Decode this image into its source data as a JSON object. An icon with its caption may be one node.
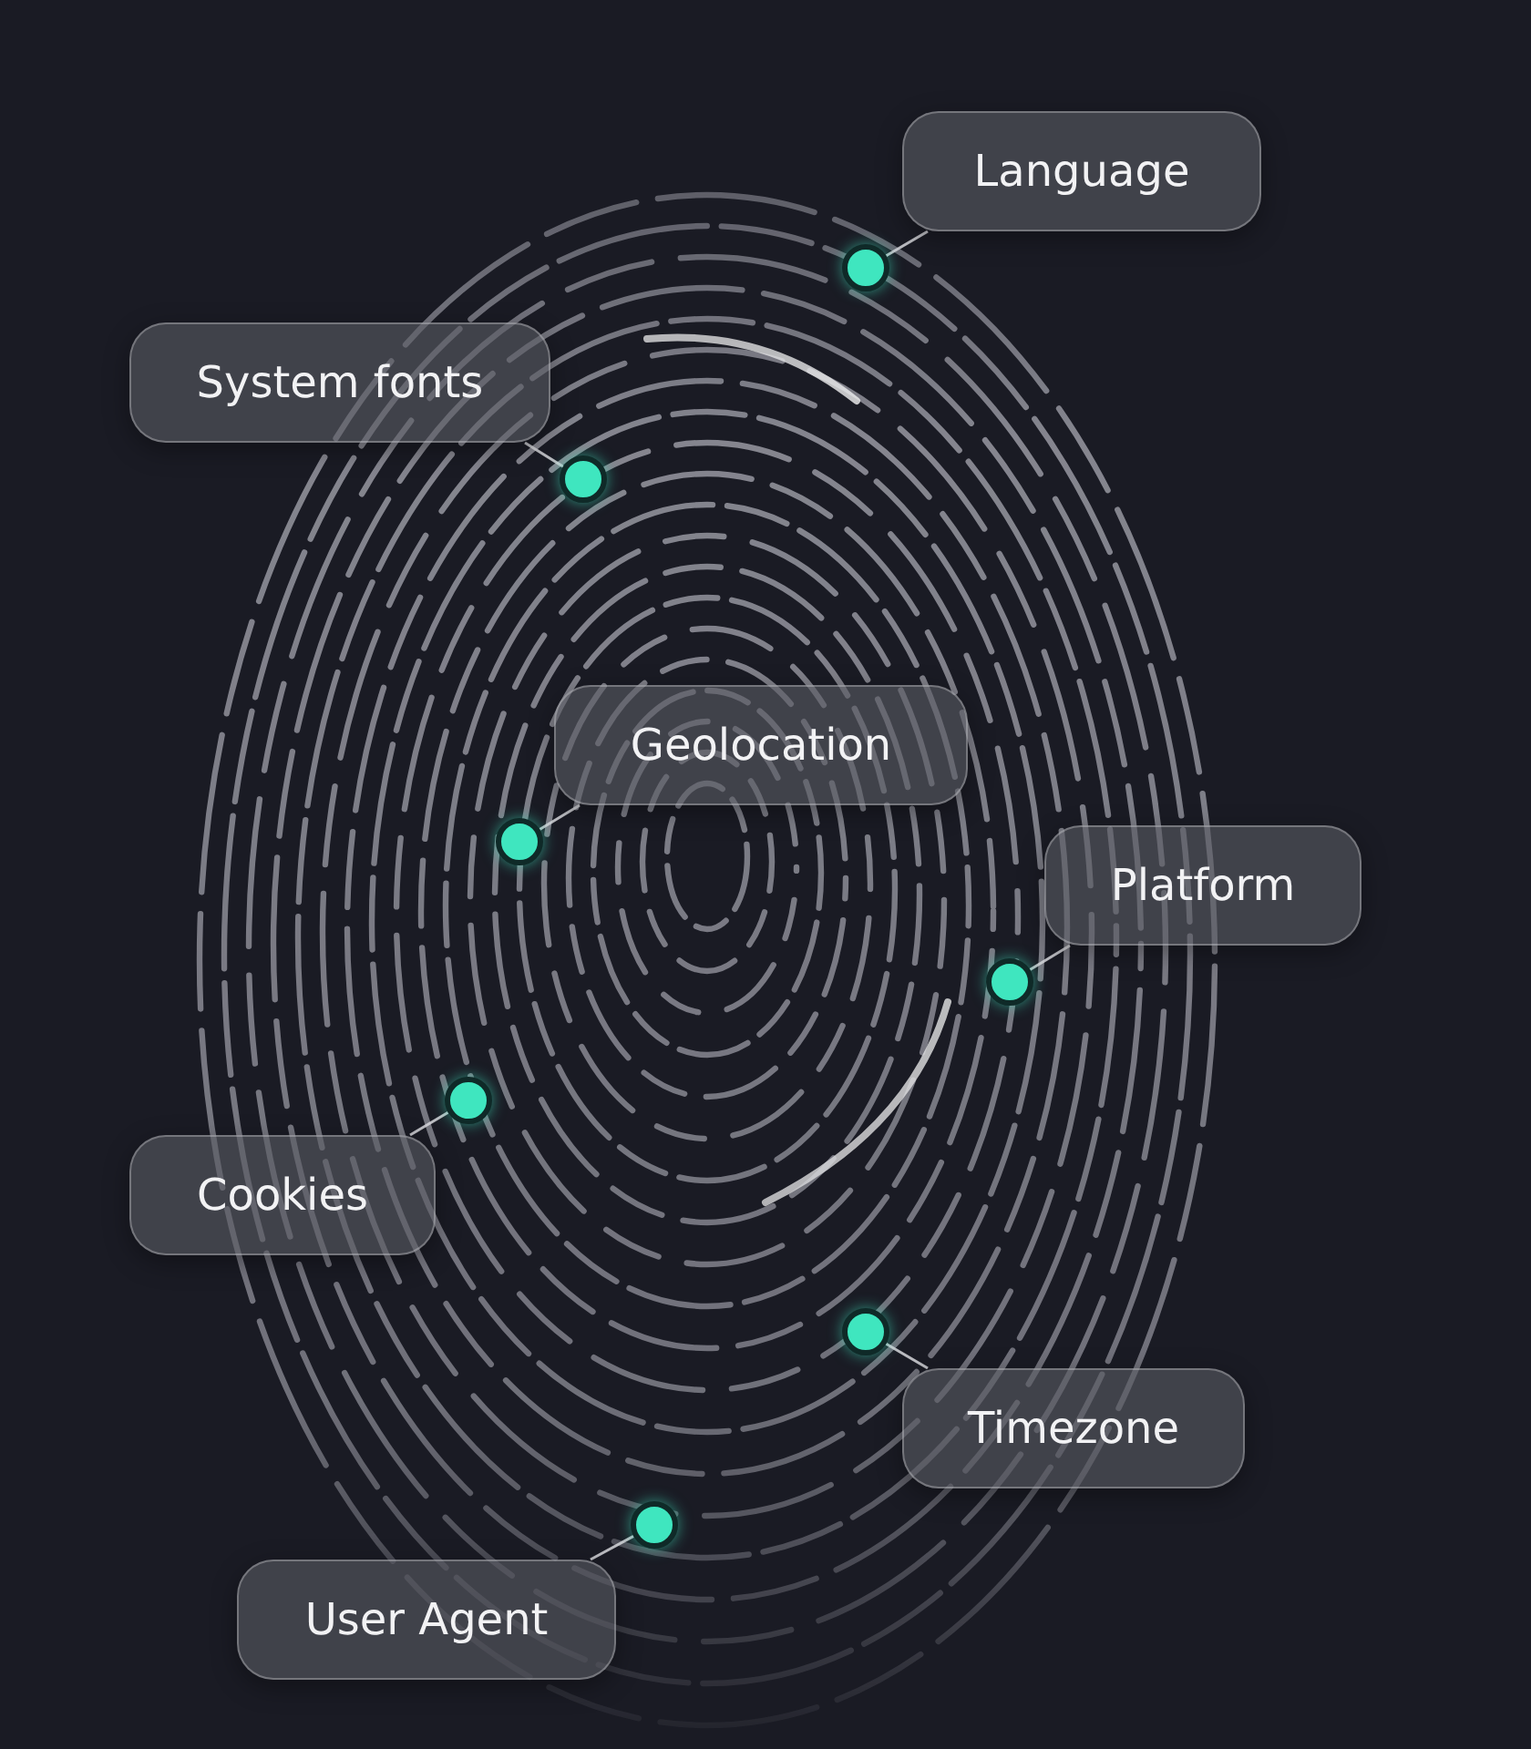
{
  "diagram": {
    "nodes": [
      {
        "text": [
          "Language"
        ]
      },
      {
        "text": [
          "System fonts"
        ]
      },
      {
        "text": [
          "Geolocation"
        ]
      },
      {
        "text": [
          "Platform"
        ]
      },
      {
        "text": [
          "Cookies"
        ]
      },
      {
        "text": [
          "Timezone"
        ]
      },
      {
        "text": [
          "User Agent"
        ]
      },
      {
        "text": [],
        "shape": "circle"
      },
      {
        "text": [],
        "shape": "circle"
      },
      {
        "text": [],
        "shape": "circle"
      },
      {
        "text": [],
        "shape": "circle"
      },
      {
        "text": [],
        "shape": "circle"
      },
      {
        "text": [],
        "shape": "circle"
      },
      {
        "text": [],
        "shape": "circle"
      }
    ],
    "edges": [
      {
        "from": 0,
        "to": 7,
        "arrow": "none"
      },
      {
        "from": 1,
        "to": 8,
        "arrow": "none"
      },
      {
        "from": 2,
        "to": 9,
        "arrow": "none"
      },
      {
        "from": 3,
        "to": 10,
        "arrow": "none"
      },
      {
        "from": 4,
        "to": 11,
        "arrow": "none"
      },
      {
        "from": 5,
        "to": 12,
        "arrow": "none"
      },
      {
        "from": 6,
        "to": 13,
        "arrow": "none"
      }
    ]
  }
}
